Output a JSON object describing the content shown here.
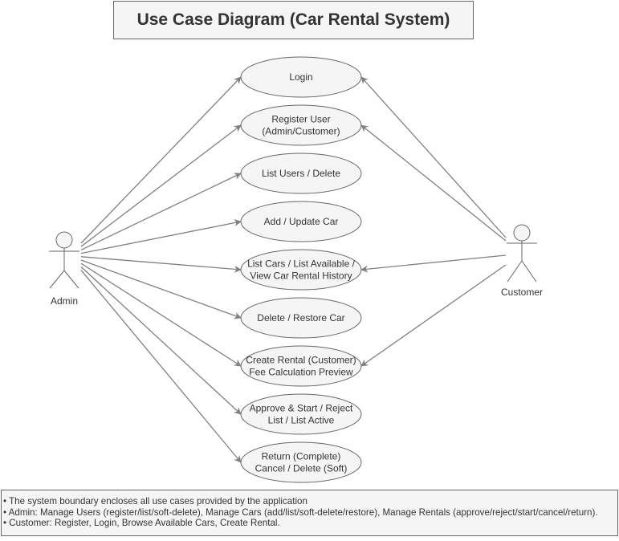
{
  "title": "Use Case Diagram (Car Rental System)",
  "actors": {
    "admin": "Admin",
    "customer": "Customer"
  },
  "use_cases": [
    {
      "id": "login",
      "lines": [
        "Login"
      ]
    },
    {
      "id": "register-user",
      "lines": [
        "Register User",
        "(Admin/Customer)"
      ]
    },
    {
      "id": "list-users",
      "lines": [
        "List Users / Delete"
      ]
    },
    {
      "id": "add-update-car",
      "lines": [
        "Add / Update Car"
      ]
    },
    {
      "id": "list-cars",
      "lines": [
        "List Cars / List Available /",
        "View Car Rental History"
      ]
    },
    {
      "id": "delete-restore-car",
      "lines": [
        "Delete / Restore Car"
      ]
    },
    {
      "id": "create-rental",
      "lines": [
        "Create Rental (Customer)",
        "Fee Calculation Preview"
      ]
    },
    {
      "id": "approve-start",
      "lines": [
        "Approve & Start / Reject",
        "List / List Active"
      ]
    },
    {
      "id": "return-complete",
      "lines": [
        "Return (Complete)",
        "Cancel / Delete (Soft)"
      ]
    }
  ],
  "associations": {
    "admin": [
      "login",
      "register-user",
      "list-users",
      "add-update-car",
      "list-cars",
      "delete-restore-car",
      "create-rental",
      "approve-start",
      "return-complete"
    ],
    "customer": [
      "login",
      "register-user",
      "list-cars",
      "create-rental"
    ]
  },
  "notes": [
    "• The system boundary encloses all use cases provided by the application",
    "• Admin: Manage Users (register/list/soft-delete), Manage Cars (add/list/soft-delete/restore), Manage Rentals (approve/reject/start/cancel/return).",
    "• Customer: Register, Login, Browse Available Cars, Create Rental."
  ],
  "colors": {
    "stroke": "#666666",
    "fill": "#f5f5f5",
    "text": "#333333",
    "edge": "#808080"
  }
}
